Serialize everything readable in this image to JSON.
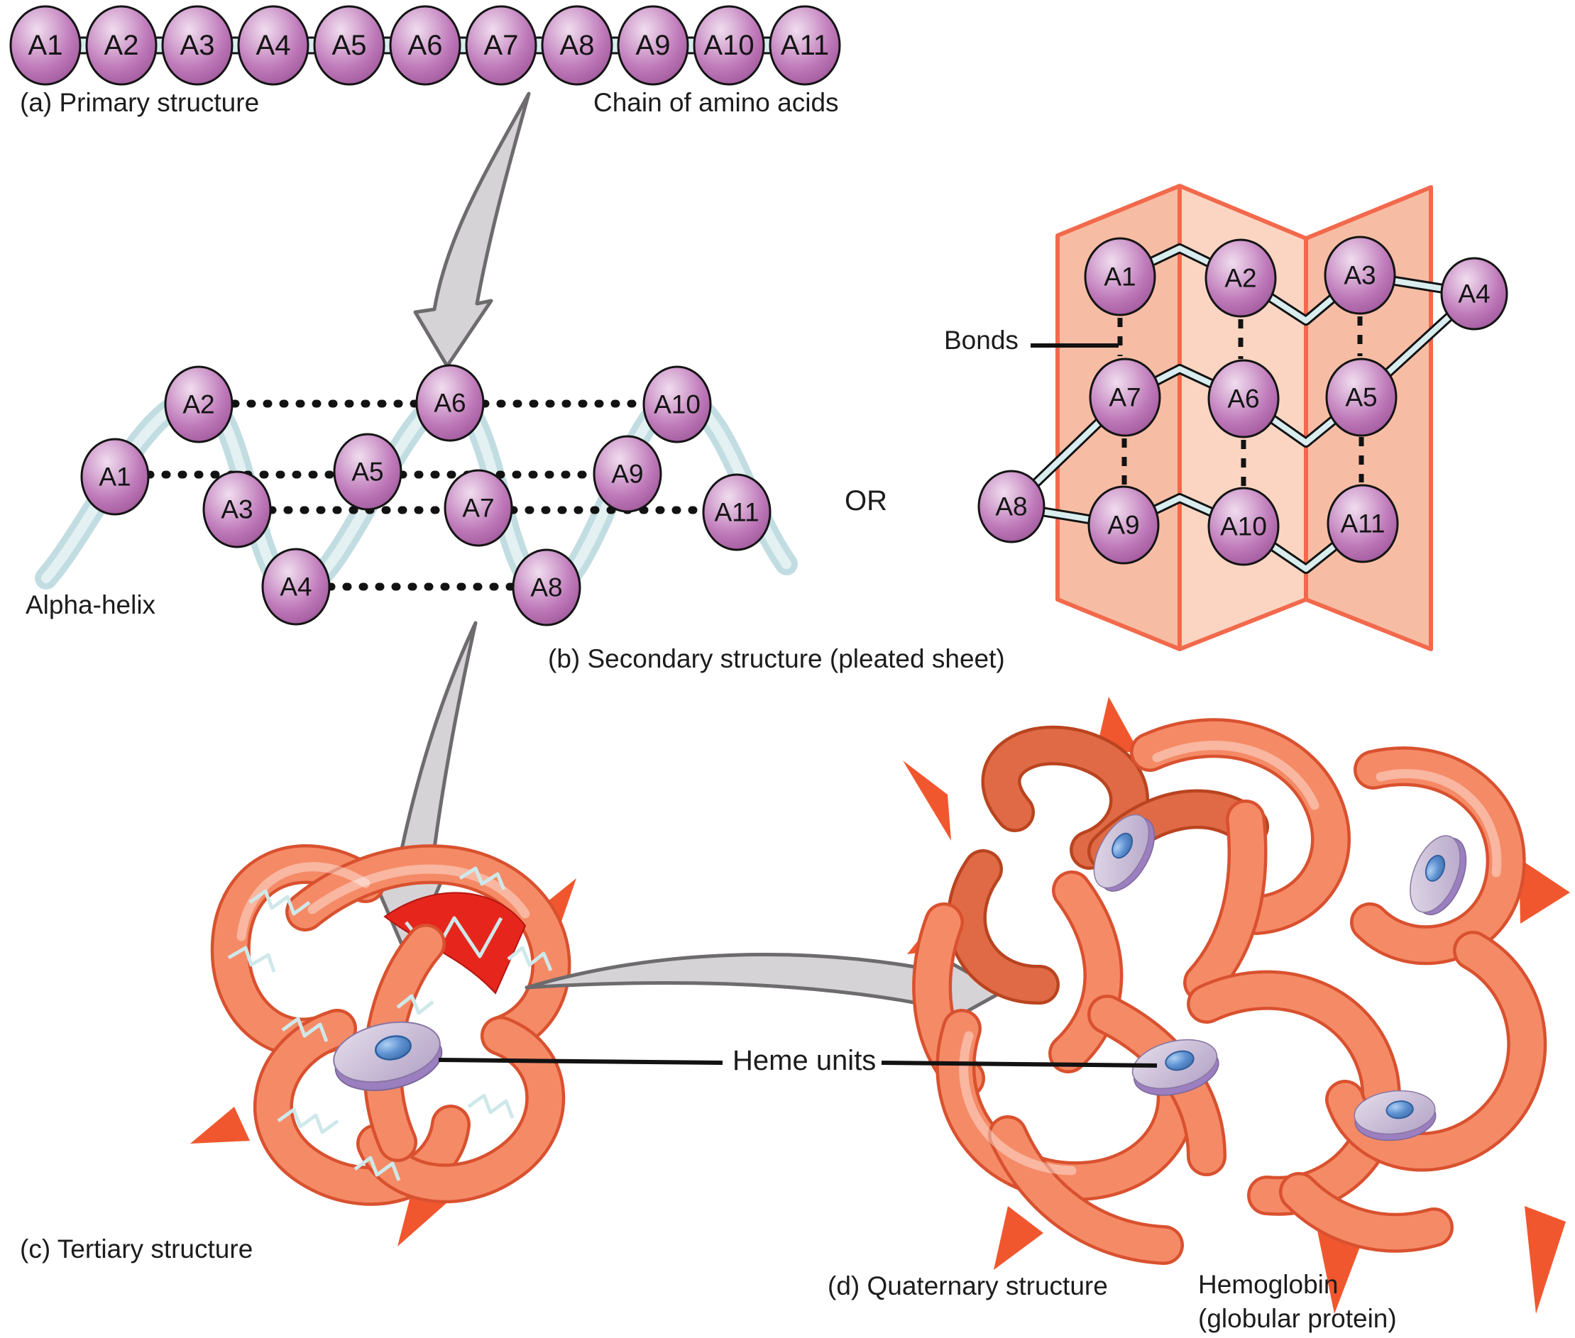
{
  "figure_title": "Protein structure levels",
  "primary": {
    "caption": "(a) Primary structure",
    "chain_label": "Chain of amino acids",
    "units": [
      "A1",
      "A2",
      "A3",
      "A4",
      "A5",
      "A6",
      "A7",
      "A8",
      "A9",
      "A10",
      "A11"
    ]
  },
  "secondary": {
    "caption": "(b) Secondary structure (pleated sheet)",
    "or_label": "OR",
    "helix": {
      "label": "Alpha-helix",
      "units": [
        "A1",
        "A2",
        "A3",
        "A4",
        "A5",
        "A6",
        "A7",
        "A8",
        "A9",
        "A10",
        "A11"
      ]
    },
    "sheet": {
      "bonds_label": "Bonds",
      "units": [
        "A1",
        "A2",
        "A3",
        "A4",
        "A5",
        "A6",
        "A7",
        "A8",
        "A9",
        "A10",
        "A11"
      ]
    }
  },
  "tertiary": {
    "caption": "(c) Tertiary structure"
  },
  "quaternary": {
    "caption": "(d) Quaternary structure",
    "protein_name": "Hemoglobin",
    "protein_qualifier": "(globular protein)"
  },
  "heme_label": "Heme units",
  "colors": {
    "amino_acid_sphere": "#bf7aba",
    "peptide_bond_tube": "#d9edef",
    "helix_ribbon": "#c2dde2",
    "bond_dots": "#121212",
    "sheet_panel_dark": "#f7bda4",
    "sheet_panel_light": "#fbd5c2",
    "sheet_border": "#f2694c",
    "protein_tube": "#f58a66",
    "protein_tube_shadow": "#e06a45",
    "beta_ribbon_red": "#e6261c",
    "heme_disc": "#c9bcd4",
    "heme_rim": "#9b7fc0",
    "heme_center_blue": "#4a7fc1",
    "arrow_fill": "#d6d3d6",
    "arrow_outline": "#6e6b6e",
    "text": "#1c1c1c"
  }
}
